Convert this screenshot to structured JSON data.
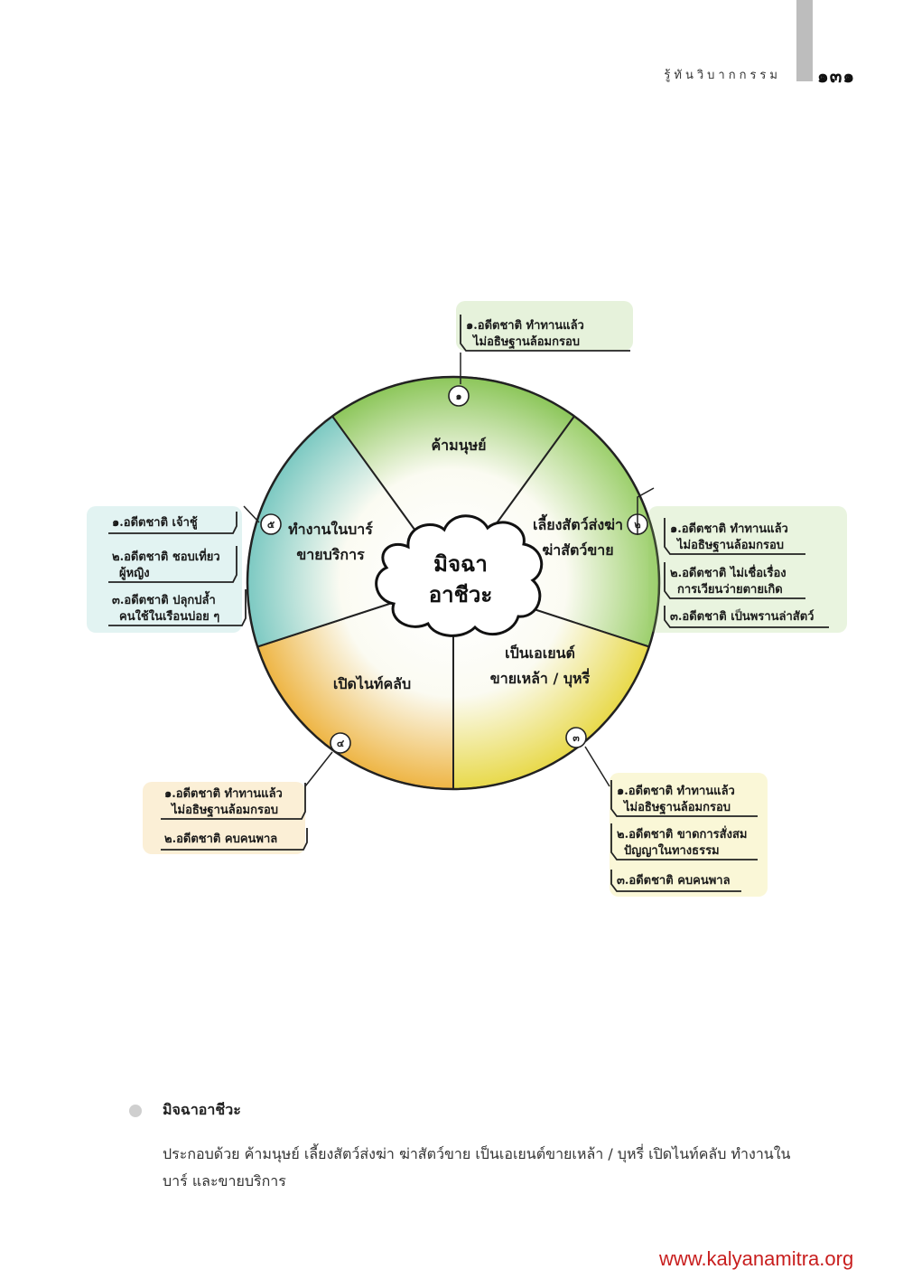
{
  "header": {
    "title": "รู้ทันวิบากกรรม",
    "page_number": "๑๓๑"
  },
  "diagram": {
    "center": {
      "line1": "มิจฉา",
      "line2": "อาชีวะ"
    },
    "segments": [
      {
        "number": "๑",
        "lines": [
          "ค้ามนุษย์"
        ],
        "color": "#8cc65a",
        "notes": [
          {
            "lines": [
              "๑.อดีตชาติ ทำทานแล้ว",
              "ไม่อธิษฐานล้อมกรอบ"
            ]
          }
        ]
      },
      {
        "number": "๒",
        "lines": [
          "เลี้ยงสัตว์ส่งฆ่า",
          "ฆ่าสัตว์ขาย"
        ],
        "color": "#9ccf6c",
        "notes": [
          {
            "lines": [
              "๑.อดีตชาติ ทำทานแล้ว",
              "ไม่อธิษฐานล้อมกรอบ"
            ]
          },
          {
            "lines": [
              "๒.อดีตชาติ ไม่เชื่อเรื่อง",
              "การเวียนว่ายตายเกิด"
            ]
          },
          {
            "lines": [
              "๓.อดีตชาติ เป็นพรานล่าสัตว์"
            ]
          }
        ]
      },
      {
        "number": "๓",
        "lines": [
          "เป็นเอเยนต์",
          "ขายเหล้า / บุหรี่"
        ],
        "color": "#e8d94a",
        "notes": [
          {
            "lines": [
              "๑.อดีตชาติ ทำทานแล้ว",
              "ไม่อธิษฐานล้อมกรอบ"
            ]
          },
          {
            "lines": [
              "๒.อดีตชาติ ขาดการสั่งสม",
              "ปัญญาในทางธรรม"
            ]
          },
          {
            "lines": [
              "๓.อดีตชาติ คบคนพาล"
            ]
          }
        ]
      },
      {
        "number": "๔",
        "lines": [
          "เปิดไนท์คลับ"
        ],
        "color": "#eeb544",
        "notes": [
          {
            "lines": [
              "๑.อดีตชาติ ทำทานแล้ว",
              "ไม่อธิษฐานล้อมกรอบ"
            ]
          },
          {
            "lines": [
              "๒.อดีตชาติ คบคนพาล"
            ]
          }
        ]
      },
      {
        "number": "๕",
        "lines": [
          "ทำงานในบาร์",
          "ขายบริการ"
        ],
        "color": "#7cc9c2",
        "notes": [
          {
            "lines": [
              "๑.อดีตชาติ เจ้าชู้"
            ]
          },
          {
            "lines": [
              "๒.อดีตชาติ ชอบเที่ยว",
              "ผู้หญิง"
            ]
          },
          {
            "lines": [
              "๓.อดีตชาติ ปลุกปล้ำ",
              "คนใช้ในเรือนบ่อย ๆ"
            ]
          }
        ]
      }
    ]
  },
  "section": {
    "title": "มิจฉาอาชีวะ",
    "body": "ประกอบด้วย ค้ามนุษย์ เลี้ยงสัตว์ส่งฆ่า ฆ่าสัตว์ขาย เป็นเอเยนต์ขายเหล้า / บุหรี่ เปิดไนท์คลับ ทำงานในบาร์ และขายบริการ"
  },
  "footer": {
    "url": "www.kalyanamitra.org"
  }
}
